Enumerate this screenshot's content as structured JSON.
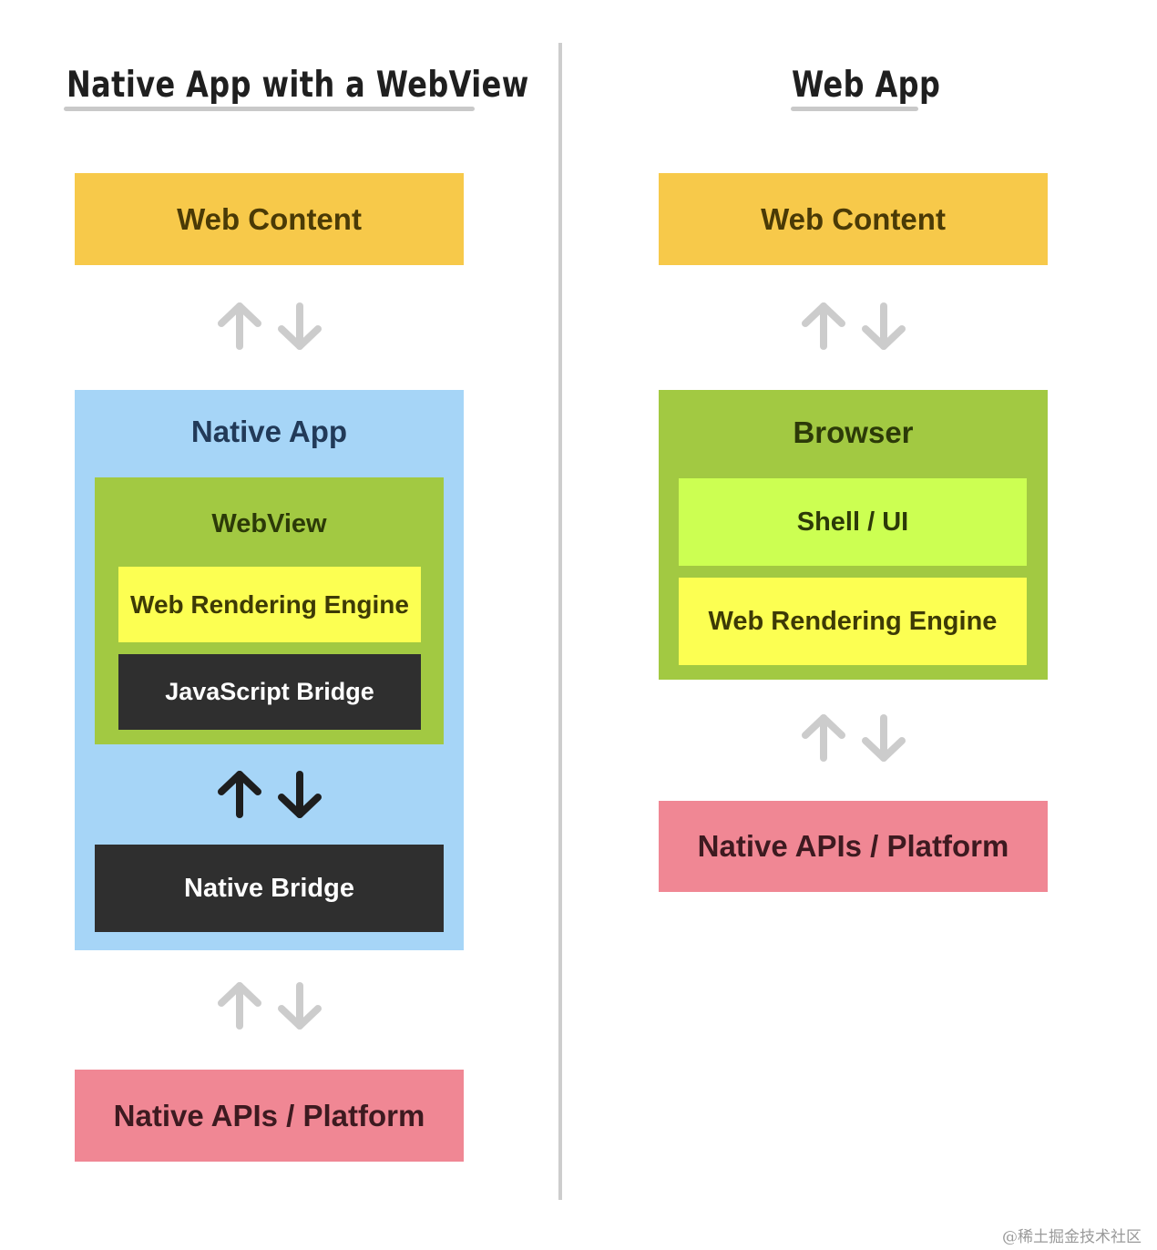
{
  "left": {
    "title": "Native App with a WebView",
    "web_content": "Web Content",
    "native_app": "Native App",
    "webview": "WebView",
    "rendering_engine": "Web Rendering Engine",
    "js_bridge": "JavaScript Bridge",
    "native_bridge": "Native Bridge",
    "native_apis": "Native APIs / Platform"
  },
  "right": {
    "title": "Web App",
    "web_content": "Web Content",
    "browser": "Browser",
    "shell": "Shell / UI",
    "rendering_engine": "Web Rendering Engine",
    "native_apis": "Native APIs / Platform"
  },
  "watermark": "@稀土掘金技术社区",
  "colors": {
    "web_content": "#f7c94a",
    "native_app": "#a6d5f7",
    "webview_browser": "#a2c942",
    "shell": "#ccff52",
    "rendering_engine": "#fcff52",
    "bridge": "#2f2f2f",
    "native_apis": "#f08794",
    "arrow_light": "#cccccc",
    "arrow_dark": "#1e1e1e"
  },
  "icons": [
    "up-arrow-icon",
    "down-arrow-icon"
  ]
}
